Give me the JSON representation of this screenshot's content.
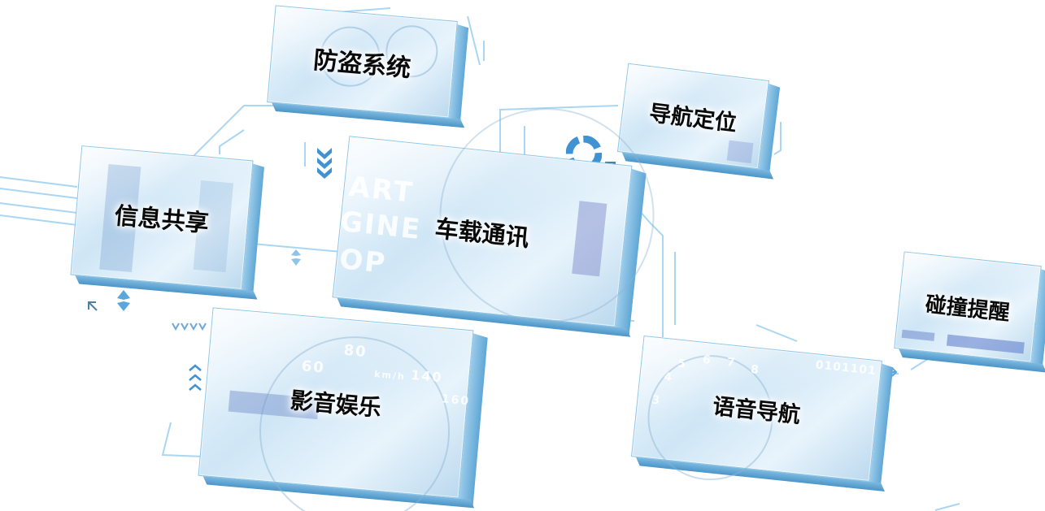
{
  "modules": {
    "anti_theft": "防盗系统",
    "navigation": "导航定位",
    "info_share": "信息共享",
    "telematics": "车载通讯",
    "entertainment": "影音娱乐",
    "voice_nav": "语音导航",
    "collision_alert": "碰撞提醒"
  },
  "telematics_screen": {
    "line1": "ART",
    "line2": "GINE",
    "line3": "OP"
  },
  "entertainment_screen": {
    "speed_80": "80",
    "speed_60": "60",
    "unit": "km/h",
    "speed_140": "140",
    "speed_160": "160"
  },
  "voice_screen": {
    "digits": [
      "4",
      "5",
      "6",
      "7",
      "8",
      "3"
    ],
    "code": "0101101"
  },
  "colors": {
    "accent": "#4fa3dc",
    "line": "#9fd0f0",
    "dark_blue": "#2f7fc0"
  },
  "icons": [
    "down-chevrons-icon",
    "target-icon",
    "arrow-icon",
    "diamond-icon"
  ]
}
